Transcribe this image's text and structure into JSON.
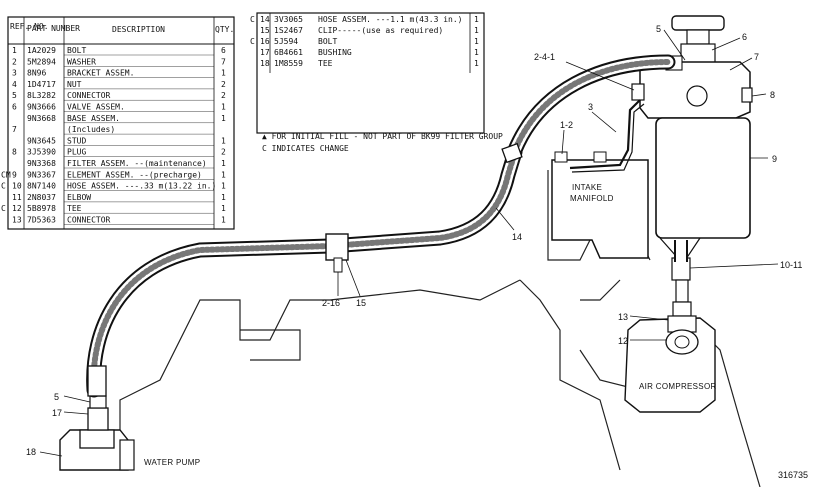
{
  "parts_table_left": {
    "headers": {
      "ref": "REF. NO.",
      "part": "PART NUMBER",
      "desc": "DESCRIPTION",
      "qty": "QTY."
    },
    "rows": [
      {
        "mark": "",
        "ref": "1",
        "part": "1A2029",
        "desc": "BOLT",
        "qty": "6"
      },
      {
        "mark": "",
        "ref": "2",
        "part": "5M2894",
        "desc": "WASHER",
        "qty": "7"
      },
      {
        "mark": "",
        "ref": "3",
        "part": "8N96",
        "desc": "BRACKET ASSEM.",
        "qty": "1"
      },
      {
        "mark": "",
        "ref": "4",
        "part": "1D4717",
        "desc": "NUT",
        "qty": "2"
      },
      {
        "mark": "",
        "ref": "5",
        "part": "8L3282",
        "desc": "CONNECTOR",
        "qty": "2"
      },
      {
        "mark": "",
        "ref": "6",
        "part": "9N3666",
        "desc": "VALVE ASSEM.",
        "qty": "1"
      },
      {
        "mark": "",
        "ref": "",
        "part": "9N3668",
        "desc": "BASE ASSEM.",
        "qty": "1"
      },
      {
        "mark": "",
        "ref": "7",
        "part": "",
        "desc": "(Includes)",
        "qty": ""
      },
      {
        "mark": "",
        "ref": "",
        "part": "9N3645",
        "desc": "STUD",
        "qty": "1"
      },
      {
        "mark": "",
        "ref": "8",
        "part": "3J5390",
        "desc": "PLUG",
        "qty": "2"
      },
      {
        "mark": "",
        "ref": "",
        "part": "9N3368",
        "desc": "FILTER ASSEM. --(maintenance)",
        "qty": "1"
      },
      {
        "mark": "CM",
        "ref": "9",
        "part": "9N3367",
        "desc": "ELEMENT ASSEM. --(precharge)",
        "qty": "1"
      },
      {
        "mark": "C",
        "ref": "10",
        "part": "8N7140",
        "desc": "HOSE ASSEM. ---.33 m(13.22 in.)",
        "qty": "1"
      },
      {
        "mark": "",
        "ref": "11",
        "part": "2N8037",
        "desc": "ELBOW",
        "qty": "1"
      },
      {
        "mark": "C",
        "ref": "12",
        "part": "5B8978",
        "desc": "TEE",
        "qty": "1"
      },
      {
        "mark": "",
        "ref": "13",
        "part": "7D5363",
        "desc": "CONNECTOR",
        "qty": "1"
      }
    ]
  },
  "parts_table_right": {
    "rows": [
      {
        "mark": "C",
        "ref": "14",
        "part": "3V3065",
        "desc": "HOSE ASSEM. ---1.1 m(43.3 in.)",
        "qty": "1"
      },
      {
        "mark": "",
        "ref": "15",
        "part": "1S2467",
        "desc": "CLIP-----(use as required)",
        "qty": "1"
      },
      {
        "mark": "C",
        "ref": "16",
        "part": "5J594",
        "desc": "BOLT",
        "qty": "1"
      },
      {
        "mark": "",
        "ref": "17",
        "part": "6B4661",
        "desc": "BUSHING",
        "qty": "1"
      },
      {
        "mark": "",
        "ref": "18",
        "part": "1M8559",
        "desc": "TEE",
        "qty": "1"
      }
    ],
    "notes": [
      "▲ FOR INITIAL FILL - NOT PART OF BK99 FILTER GROUP",
      "C INDICATES CHANGE"
    ]
  },
  "callouts": {
    "c5_top": "5",
    "c6": "6",
    "c7": "7",
    "c8": "8",
    "c9": "9",
    "c2_4_1": "2-4-1",
    "c3": "3",
    "c1_2": "1-2",
    "c14": "14",
    "c10_11": "10-11",
    "c13": "13",
    "c12": "12",
    "c2_16": "2-16",
    "c15": "15",
    "c5_bottom": "5",
    "c17": "17",
    "c18": "18"
  },
  "component_labels": {
    "intake_line1": "INTAKE",
    "intake_line2": "MANIFOLD",
    "air_compressor": "AIR COMPRESSOR",
    "water_pump": "WATER PUMP"
  },
  "figure_number": "316735"
}
